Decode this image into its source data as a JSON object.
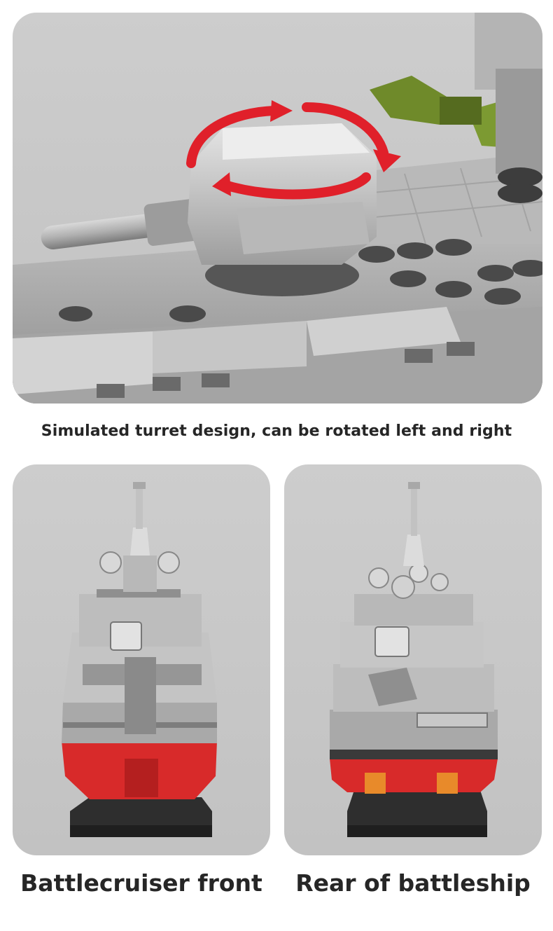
{
  "captions": {
    "turret": "Simulated turret design, can be rotated left and right",
    "front": "Battlecruiser front",
    "rear": "Rear of battleship"
  },
  "colors": {
    "panel_bg": "#c8c8c8",
    "hull_red": "#d82a2a",
    "rotation_arrow": "#e0202a",
    "radar_green": "#6f8a2a",
    "hull_grey": "#a9a9a9",
    "base_dark": "#2e2e2e",
    "caption_text": "#262626"
  },
  "icons": {
    "rotation": "rotation-arrows-icon"
  }
}
